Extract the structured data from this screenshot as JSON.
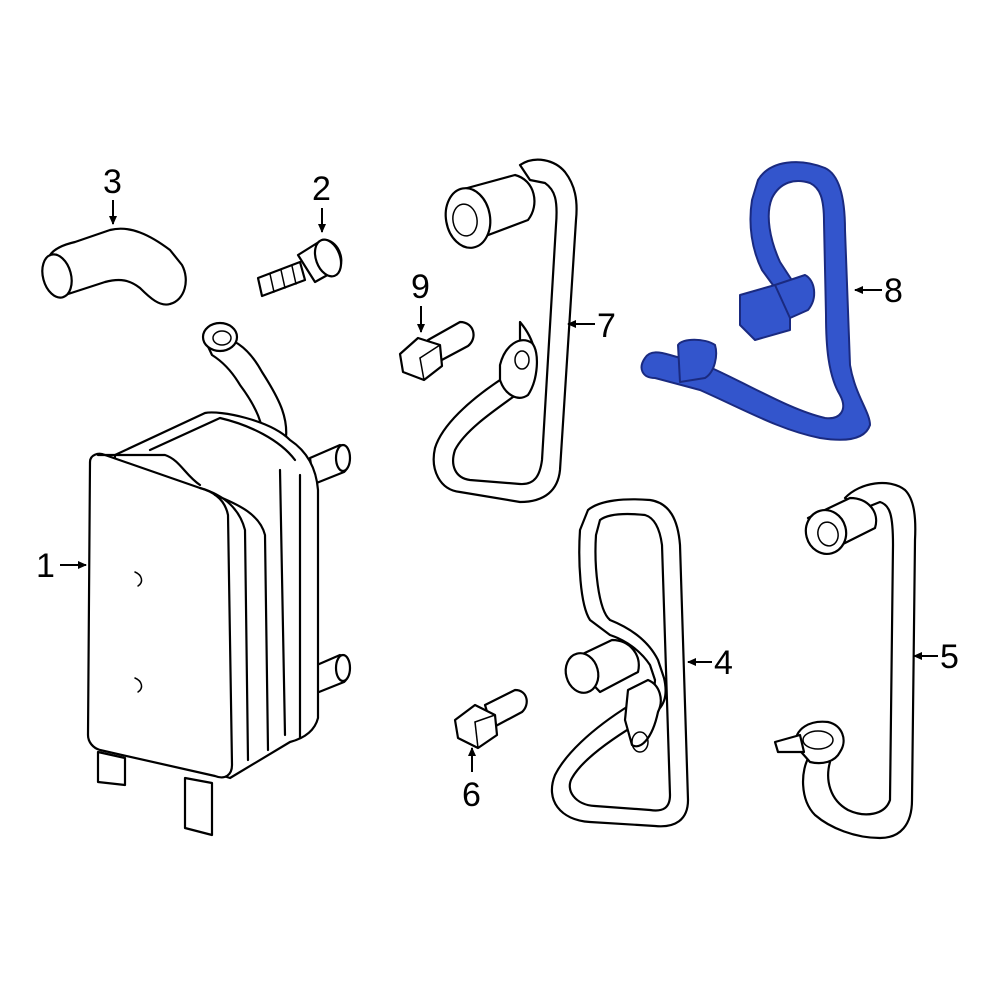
{
  "diagram": {
    "highlight_color": "#3355cc",
    "line_color": "#000000",
    "background": "#ffffff",
    "callouts": [
      {
        "id": "1",
        "label": "1"
      },
      {
        "id": "2",
        "label": "2"
      },
      {
        "id": "3",
        "label": "3"
      },
      {
        "id": "4",
        "label": "4"
      },
      {
        "id": "5",
        "label": "5"
      },
      {
        "id": "6",
        "label": "6"
      },
      {
        "id": "7",
        "label": "7"
      },
      {
        "id": "8",
        "label": "8"
      },
      {
        "id": "9",
        "label": "9"
      }
    ],
    "highlighted_part": "8"
  }
}
